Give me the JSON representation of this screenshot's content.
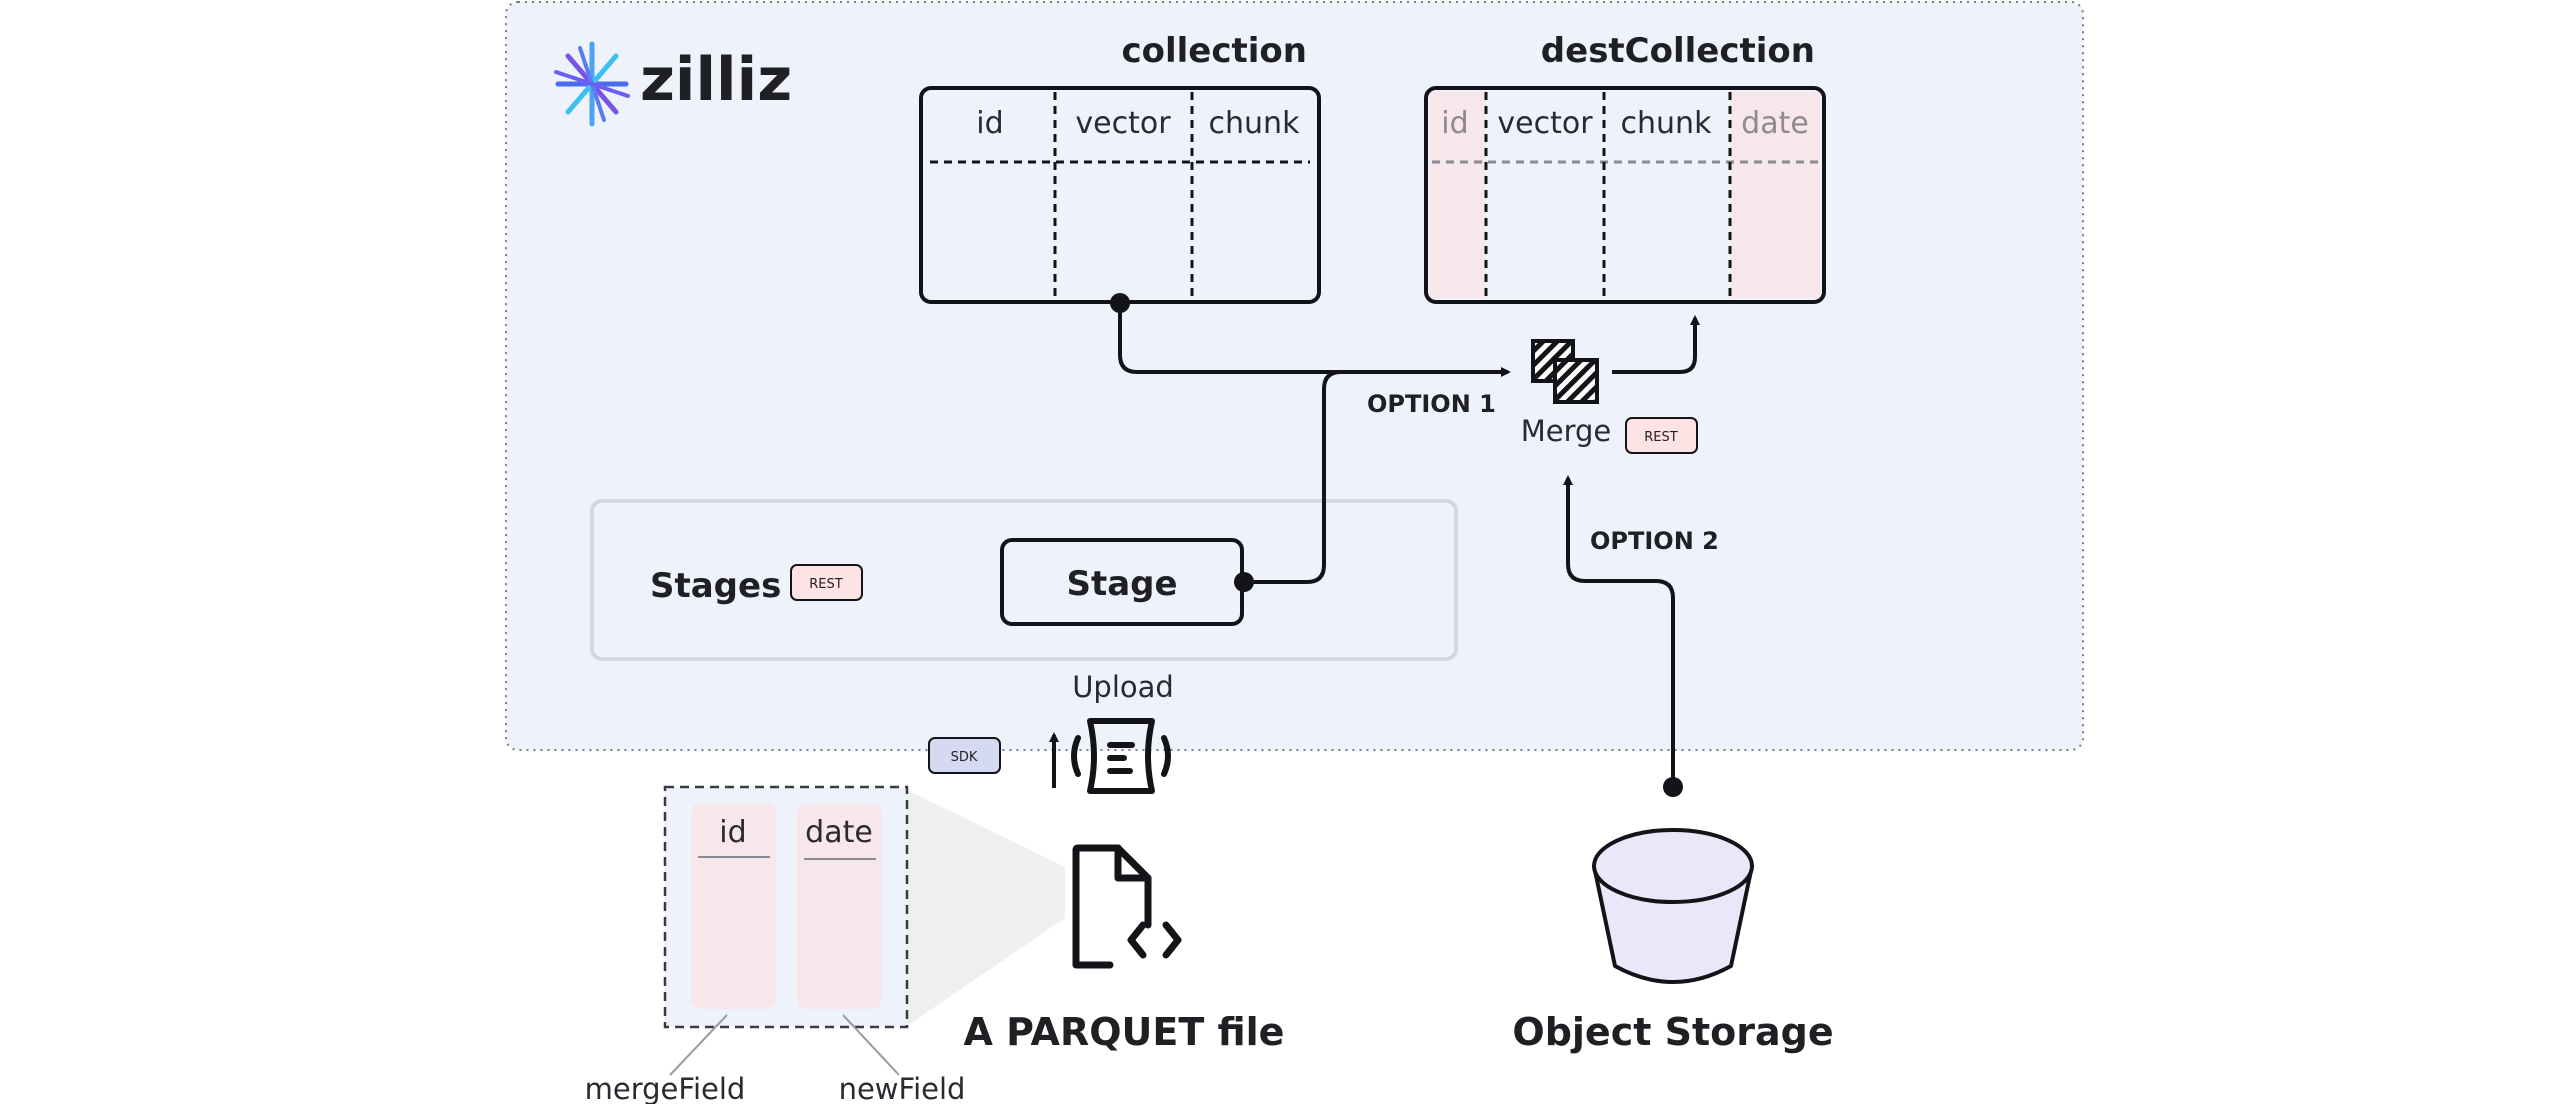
{
  "logo": {
    "text": "zilliz"
  },
  "collection": {
    "title": "collection",
    "columns": [
      "id",
      "vector",
      "chunk"
    ]
  },
  "dest_collection": {
    "title": "destCollection",
    "columns": [
      "id",
      "vector",
      "chunk",
      "date"
    ]
  },
  "merge": {
    "label": "Merge",
    "badge": "REST"
  },
  "options": {
    "option1": "OPTION 1",
    "option2": "OPTION 2"
  },
  "stages": {
    "title": "Stages",
    "badge": "REST",
    "stage_label": "Stage"
  },
  "upload": {
    "label": "Upload",
    "badge": "SDK"
  },
  "parquet": {
    "columns": [
      "id",
      "date"
    ],
    "file_label": "A PARQUET file",
    "merge_field": "mergeField",
    "new_field": "newField"
  },
  "object_storage": {
    "label": "Object Storage"
  },
  "colors": {
    "panel": "#eef2fb",
    "pink": "#f7e7ea",
    "badge_rest": "#fde3e3",
    "badge_sdk": "#d5daf2",
    "bucket": "#ece6fb",
    "stroke": "#141418"
  }
}
